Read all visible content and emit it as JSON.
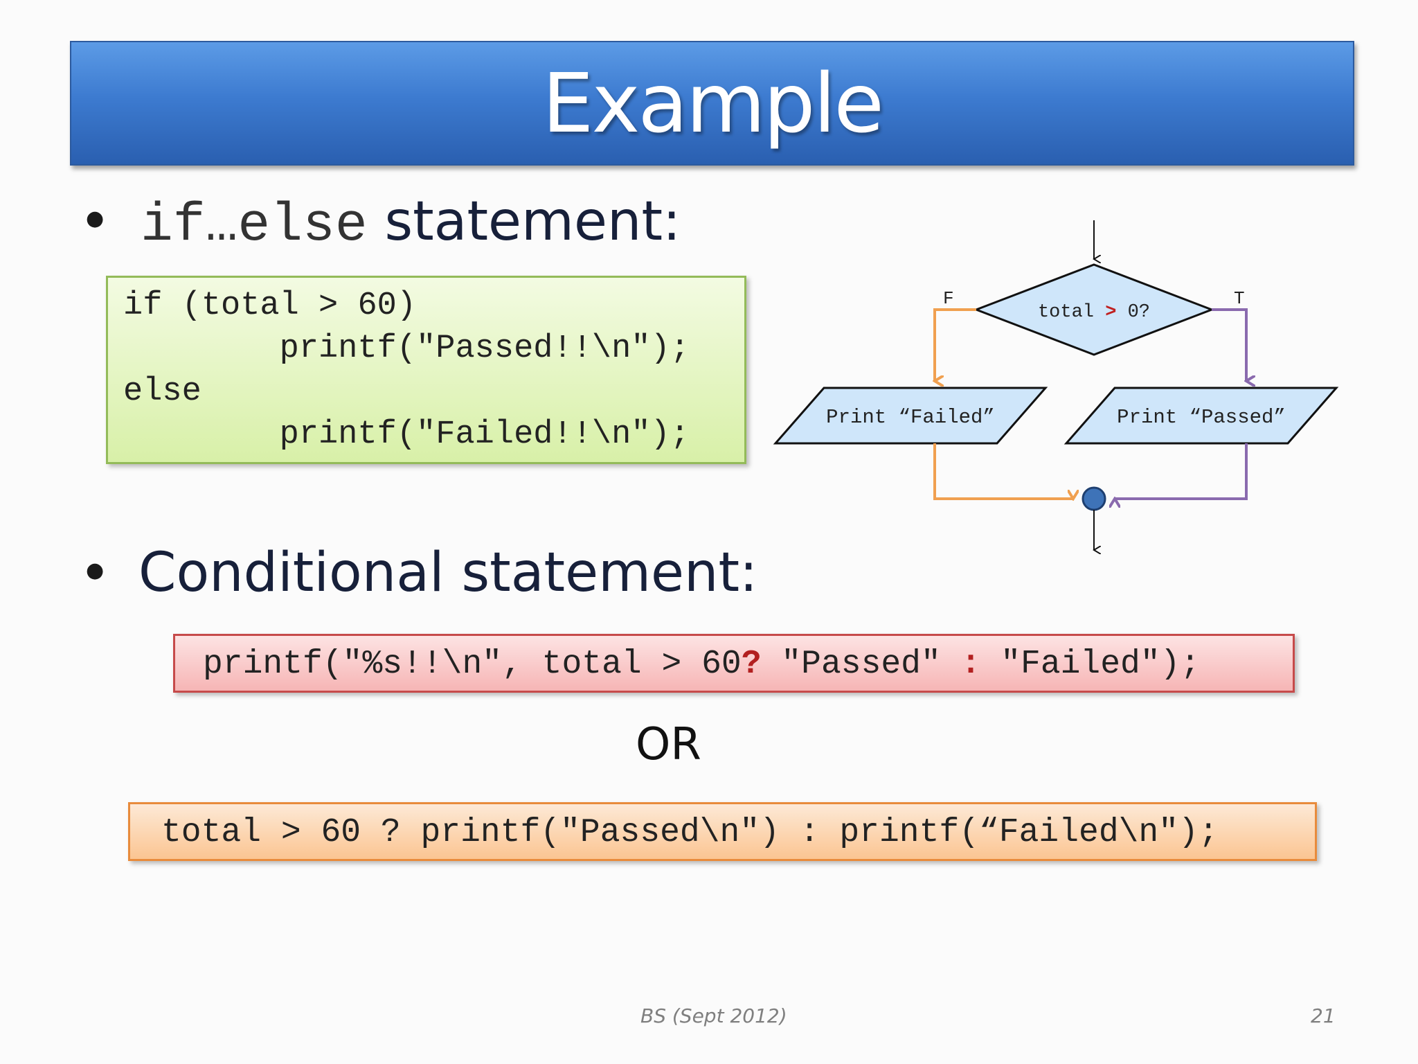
{
  "slide": {
    "title": "Example",
    "bullet1": {
      "mono": "if…else",
      "text": " statement:"
    },
    "ifelse_code": [
      "if (total > 60)",
      "        printf(\"Passed!!\\n\");",
      "else",
      "        printf(\"Failed!!\\n\");"
    ],
    "bullet2": "Conditional statement:",
    "cond_code": {
      "part1": "printf(\"%s!!\\n\", total > 60",
      "q": "?",
      "part2": " \"Passed\" ",
      "colon": ":",
      "part3": " \"Failed\");"
    },
    "or_text": "OR",
    "alt_code": "total > 60 ? printf(\"Passed\\n\") : printf(“Failed\\n\");",
    "footer_center": "BS (Sept 2012)",
    "footer_page": "21"
  },
  "flowchart": {
    "decision_left": "total ",
    "decision_op": ">",
    "decision_right": " 0?",
    "false_label": "F",
    "true_label": "T",
    "failed_box": "Print “Failed”",
    "passed_box": "Print “Passed”"
  },
  "colors": {
    "false_path": "#f0a050",
    "true_path": "#8a6aae",
    "shape_fill": "#cfe6fa",
    "junction": "#3e73b8"
  }
}
